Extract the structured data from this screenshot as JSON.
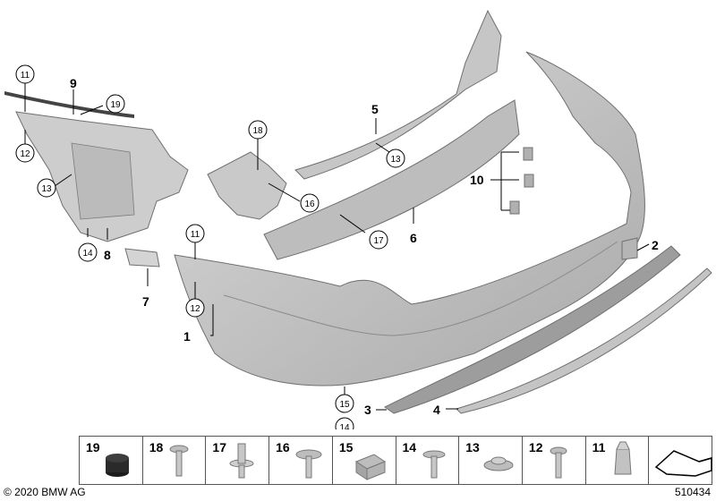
{
  "callouts": {
    "c1": "1",
    "c2": "2",
    "c3": "3",
    "c4": "4",
    "c5": "5",
    "c6": "6",
    "c7": "7",
    "c8": "8",
    "c9": "9",
    "c10": "10",
    "c11a": "11",
    "c11b": "11",
    "c12a": "12",
    "c12b": "12",
    "c13a": "13",
    "c13b": "13",
    "c14a": "14",
    "c14b": "14",
    "c15": "15",
    "c16": "16",
    "c17": "17",
    "c18": "18",
    "c19": "19"
  },
  "legend": [
    "19",
    "18",
    "17",
    "16",
    "15",
    "14",
    "13",
    "12",
    "11"
  ],
  "footer": {
    "copyright": "© 2020 BMW AG",
    "image_id": "510434"
  },
  "colors": {
    "part_fill": "#c8c8c8",
    "part_stroke": "#6f6f6f",
    "dark_part": "#2a2a2a"
  }
}
